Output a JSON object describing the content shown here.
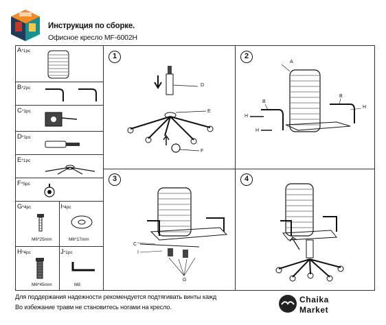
{
  "header": {
    "title": "Инструкция по сборке.",
    "subtitle": "Офисное кресло MF-6002H"
  },
  "parts": [
    {
      "letter": "A",
      "qty": "*1pc"
    },
    {
      "letter": "B",
      "qty": "*2pc"
    },
    {
      "letter": "C",
      "qty": "*1pc"
    },
    {
      "letter": "D",
      "qty": "*1pc"
    },
    {
      "letter": "E",
      "qty": "*1pc"
    },
    {
      "letter": "F",
      "qty": "*5pc"
    },
    {
      "letter": "G",
      "qty": "*4pc",
      "size": "M6*25mm"
    },
    {
      "letter": "I",
      "qty": "*4pc",
      "size": "M6*17mm"
    },
    {
      "letter": "H",
      "qty": "*4pc",
      "size": "M6*45mm"
    },
    {
      "letter": "J",
      "qty": "*1pc",
      "size": "M8"
    }
  ],
  "steps": [
    {
      "number": "1",
      "callouts": [
        "D",
        "E",
        "F"
      ]
    },
    {
      "number": "2",
      "callouts": [
        "A",
        "B",
        "B",
        "H",
        "H",
        "H"
      ]
    },
    {
      "number": "3",
      "callouts": [
        "C",
        "I",
        "G"
      ]
    },
    {
      "number": "4",
      "callouts": []
    }
  ],
  "notes": [
    "Для поддержания надежности рекомендуется подтягивать винты кажд",
    "Во избежание травм не становитесь ногами на кресло."
  ],
  "brand": {
    "line1": "Chaika",
    "line2": "Market"
  },
  "colors": {
    "logo_orange": "#f28c28",
    "logo_teal": "#1a8f8f",
    "logo_red": "#c0392b",
    "logo_navy": "#1f3b5c",
    "line": "#333333"
  }
}
